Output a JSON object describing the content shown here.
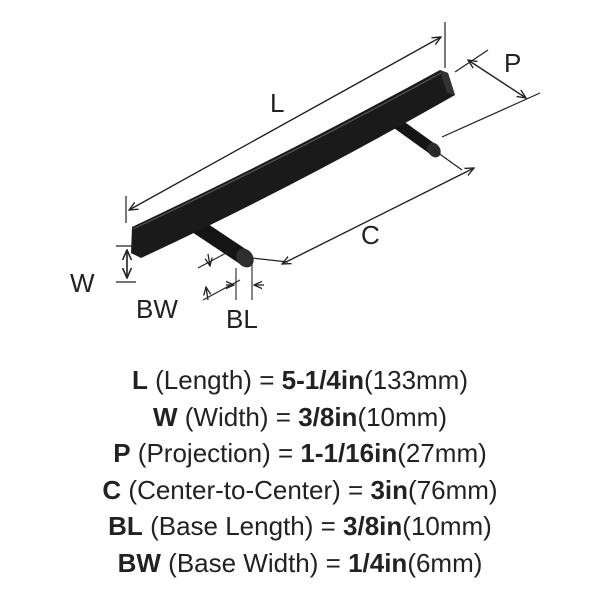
{
  "diagram": {
    "labels": {
      "L": "L",
      "P": "P",
      "C": "C",
      "W": "W",
      "BW": "BW",
      "BL": "BL"
    }
  },
  "specs": [
    {
      "code": "L",
      "name": "(Length) =",
      "imperial": "5-1/4in",
      "metric": "(133mm)"
    },
    {
      "code": "W",
      "name": "(Width) =",
      "imperial": "3/8in",
      "metric": "(10mm)"
    },
    {
      "code": "P",
      "name": "(Projection) =",
      "imperial": "1-1/16in",
      "metric": "(27mm)"
    },
    {
      "code": "C",
      "name": "(Center-to-Center) =",
      "imperial": "3in",
      "metric": "(76mm)"
    },
    {
      "code": "BL",
      "name": "(Base Length) =",
      "imperial": "3/8in",
      "metric": "(10mm)"
    },
    {
      "code": "BW",
      "name": "(Base Width) =",
      "imperial": "1/4in",
      "metric": "(6mm)"
    }
  ]
}
